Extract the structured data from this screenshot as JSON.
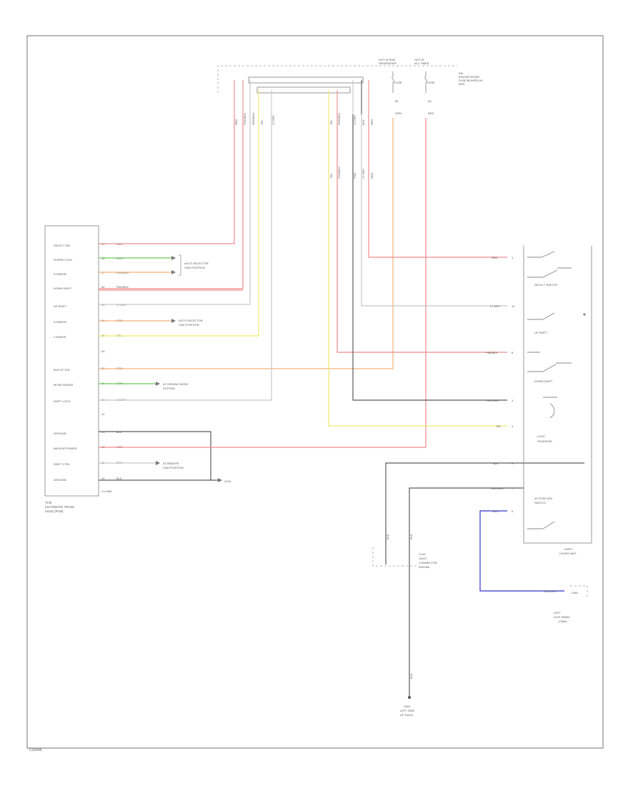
{
  "colors": {
    "red": "#f08a8a",
    "pink": "#f0aaaa",
    "green": "#66cc55",
    "orange": "#f2b07a",
    "yellow": "#f0ea6a",
    "gray": "#c8c8c8",
    "black": "#5a5a5a",
    "blue": "#3333cc",
    "frame": "#8a8a8a"
  },
  "tcm": {
    "title": "TCM",
    "subtitle": "(AUTOMATIC TRANS",
    "subtitle2": "AXLE) (PCM)",
    "pins": [
      {
        "label": "SELECT SW",
        "num": "31",
        "wire": "RED"
      },
      {
        "label": "OVERD LOCK",
        "num": "18",
        "wire": "GRN"
      },
      {
        "label": "D RANGE",
        "num": "17",
        "wire": "ORN/BLK"
      },
      {
        "label": "DOWN SHIFT",
        "num": "32",
        "wire": "PNK/BLK"
      },
      {
        "label": "UP SHIFT",
        "num": "33",
        "wire": "LT GRY"
      },
      {
        "label": "D RANGE",
        "num": "16",
        "wire": "ORN"
      },
      {
        "label": "L RANGE",
        "num": "15",
        "wire": "YEL"
      },
      {
        "label": "",
        "num": "34",
        "wire": ""
      },
      {
        "label": "BUS EF SOL",
        "num": "30",
        "wire": "ORN"
      },
      {
        "label": "MODE RANGE",
        "num": "14",
        "wire": "GRN"
      },
      {
        "label": "SHIFT LOCK",
        "num": "13",
        "wire": "LT GRY"
      },
      {
        "label": "",
        "num": "12",
        "wire": ""
      },
      {
        "label": "GROUND",
        "num": "25",
        "wire": "BLK"
      },
      {
        "label": "BACKUP POWER",
        "num": "26",
        "wire": "RED"
      },
      {
        "label": "SHIFT CTRL",
        "num": "11",
        "wire": "GRY"
      },
      {
        "label": "GROUND",
        "num": "10",
        "wire": "BLK"
      }
    ],
    "connector": "C1 64W"
  },
  "notes": {
    "n1": "AUTO SELECTOR",
    "n1b": "CAN POSITION",
    "n2": "AUTO SELECTOR",
    "n2b": "CAN POSITION",
    "n3": "AT DRIVING MODE",
    "n3b": "SYSTEM",
    "n4": "AT REMOTE",
    "n4b": "CAN POSITION",
    "ground": "G101"
  },
  "top": {
    "hot1": "HOT IN RUN",
    "hot1b": "PASSENGER",
    "hot1c": "FUSE",
    "hot2": "HOT AT",
    "hot2b": "ALL TIMES",
    "fuse": "FUSE",
    "block": "EM",
    "block2": "ENGINE ROOM",
    "block3": "FUSE BOX/RELAY",
    "block4": "BOX",
    "wires_left": [
      "RED",
      "PNK/BLK",
      "ORN/BLK",
      "YEL",
      "LT GRY"
    ],
    "wires_right": [
      "YEL",
      "PNK/BLK",
      "LT GRY",
      "BLK",
      "RED"
    ],
    "wires_mid": [
      "YEL",
      "PNK/BLK",
      "PNK",
      "LT GRY",
      "RED"
    ],
    "fuse_pins": [
      "B1",
      "A2"
    ],
    "fuse_wires": [
      "ORN",
      "RED"
    ]
  },
  "shift": {
    "title": "SHIFT",
    "title2": "LEVER UNIT",
    "select_sw": "SELECT SWITCH",
    "up_shift": "UP SHIFT",
    "down_shift": "DOWN SHIFT",
    "lock": "LOCK",
    "solenoid": "SOLENOID",
    "ps": "AT POSITION",
    "ps2": "SWITCH",
    "pins": [
      {
        "wire": "RED",
        "num": "1"
      },
      {
        "wire": "LT GRY",
        "num": "10"
      },
      {
        "wire": "PNK/BLK",
        "num": "8"
      },
      {
        "wire": "YEL/GRN",
        "num": "3"
      },
      {
        "wire": "YEL",
        "num": "4"
      },
      {
        "wire": "BLK",
        "num": "9"
      },
      {
        "wire": "BLK/WHT",
        "num": "7"
      },
      {
        "wire": "BLU",
        "num": "5"
      }
    ]
  },
  "bottom": {
    "cond1": "C100",
    "cond2": "BLK",
    "cond3": "JOINT",
    "cond4": "CONNECTOR",
    "cond5": "ENGINE",
    "gnd": "G501",
    "gnd2": "LEFT SIDE",
    "gnd3": "OF DASH",
    "right_wire": "BLU/WHT",
    "right_pin": "GND",
    "right1": "LEFT",
    "right2": "KICK PANEL",
    "right3": "(GND)",
    "stamp": "C32045"
  }
}
